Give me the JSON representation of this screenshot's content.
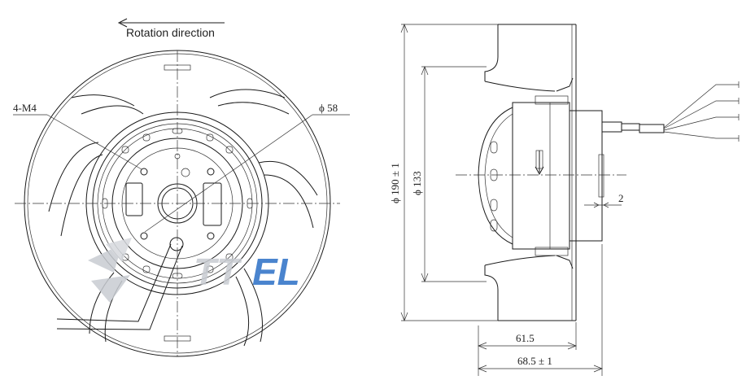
{
  "labels": {
    "rotation": "Rotation direction",
    "bolts": "4-M4",
    "phi_shaft": "ϕ 58",
    "phi_outer": "ϕ 190 ± 1",
    "phi_inner": "ϕ 133",
    "gap": "2",
    "depth_a": "61.5",
    "depth_b": "68.5 ± 1"
  },
  "watermark": {
    "text": "TTEL",
    "colors": [
      "#c8ccd2",
      "#2b6fc6"
    ]
  },
  "colors": {
    "line": "#1a1a1a",
    "watermark_gray": "#c8ccd2",
    "watermark_blue": "#2b6fc6"
  }
}
